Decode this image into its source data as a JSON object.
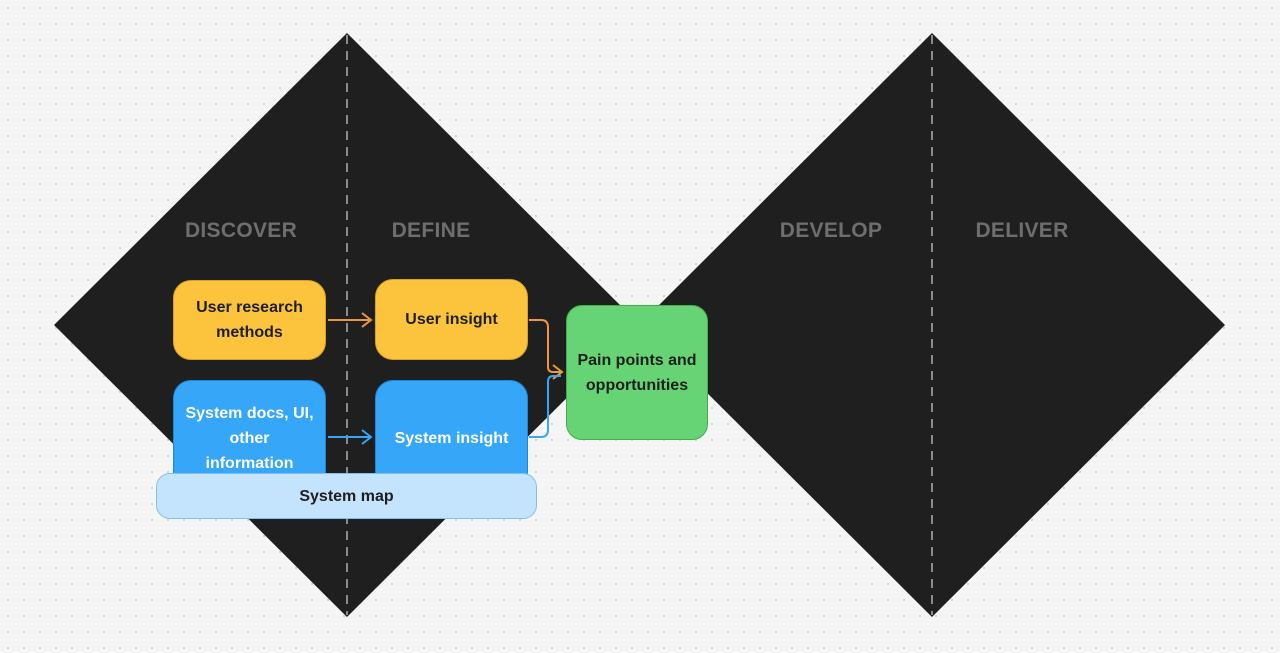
{
  "phases": {
    "discover": "DISCOVER",
    "define": "DEFINE",
    "develop": "DEVELOP",
    "deliver": "DELIVER"
  },
  "nodes": {
    "user_research": "User research methods",
    "system_docs": "System docs, UI, other information",
    "user_insight": "User insight",
    "system_insight": "System insight",
    "pain_points": "Pain points and opportunities",
    "system_map": "System map"
  },
  "colors": {
    "diamond": "#1f1f1f",
    "divider": "#8c8c8c",
    "phase_label": "#6e6e6e",
    "yellow": "#fcc43d",
    "blue": "#35a6f8",
    "green": "#66d474",
    "map": "#c3e4fc",
    "arrow_orange": "#f0973c",
    "arrow_blue": "#35a6f8"
  }
}
